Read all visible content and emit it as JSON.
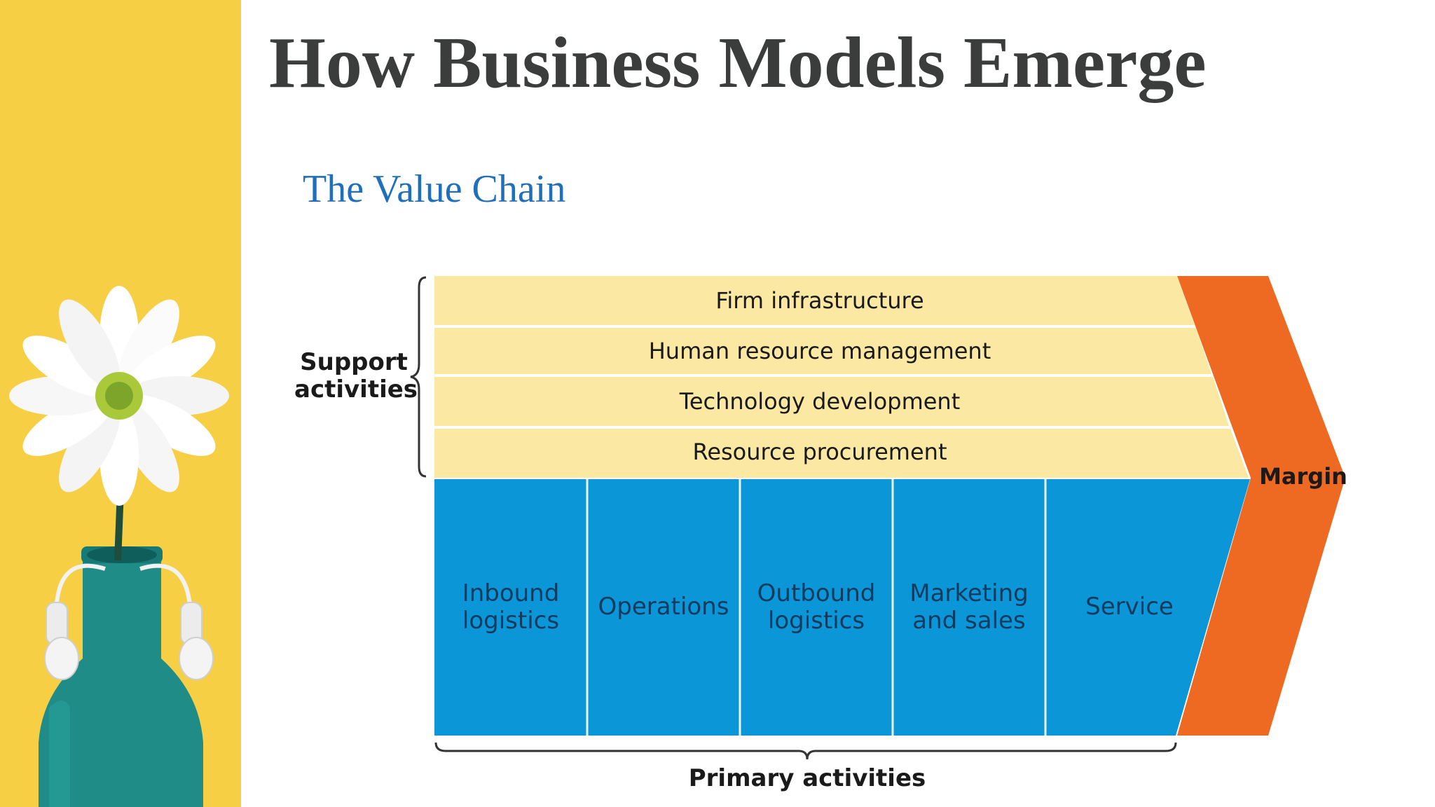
{
  "title": "How Business Models Emerge",
  "subtitle": "The Value Chain",
  "diagram": {
    "support_label": "Support\nactivities",
    "support_rows": [
      "Firm infrastructure",
      "Human resource management",
      "Technology development",
      "Resource procurement"
    ],
    "primary_columns": [
      "Inbound\nlogistics",
      "Operations",
      "Outbound\nlogistics",
      "Marketing\nand sales",
      "Service"
    ],
    "primary_label": "Primary activities",
    "margin_label": "Margin"
  },
  "colors": {
    "support": "#fbe8a3",
    "primary": "#0b96d8",
    "margin": "#ee6a23",
    "accent_yellow": "#f6cf45",
    "title": "#3b3d3c",
    "subtitle": "#1f6fba"
  },
  "decoration": {
    "left_image": "daisy-in-teal-bottle-with-earbuds"
  }
}
